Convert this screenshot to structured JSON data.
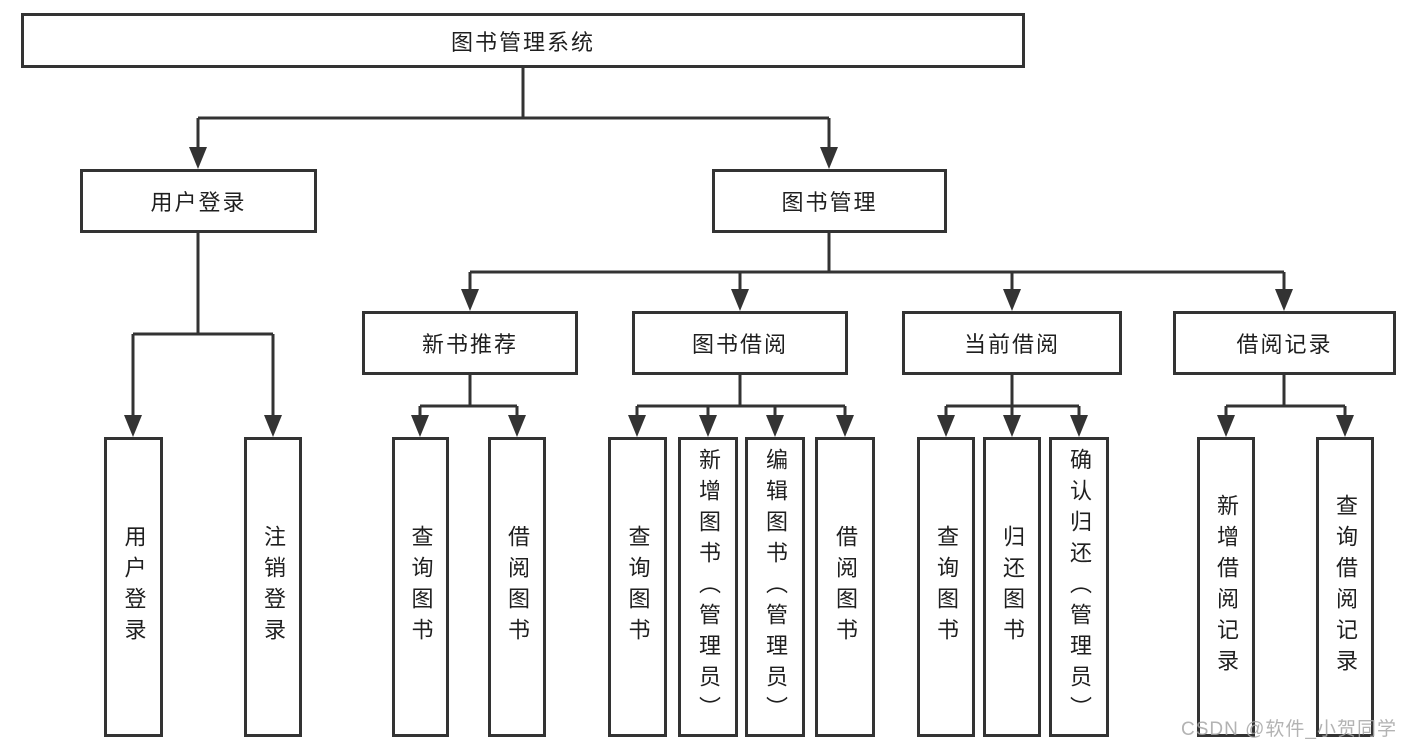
{
  "tree": {
    "root": {
      "label": "图书管理系统"
    },
    "children": [
      {
        "label": "用户登录",
        "children": [
          {
            "label": "用户登录"
          },
          {
            "label": "注销登录"
          }
        ]
      },
      {
        "label": "图书管理",
        "children": [
          {
            "label": "新书推荐",
            "children": [
              {
                "label": "查询图书"
              },
              {
                "label": "借阅图书"
              }
            ]
          },
          {
            "label": "图书借阅",
            "children": [
              {
                "label": "查询图书"
              },
              {
                "label": "新增图书（管理员）"
              },
              {
                "label": "编辑图书（管理员）"
              },
              {
                "label": "借阅图书"
              }
            ]
          },
          {
            "label": "当前借阅",
            "children": [
              {
                "label": "查询图书"
              },
              {
                "label": "归还图书"
              },
              {
                "label": "确认归还（管理员）"
              }
            ]
          },
          {
            "label": "借阅记录",
            "children": [
              {
                "label": "新增借阅记录"
              },
              {
                "label": "查询借阅记录"
              }
            ]
          }
        ]
      }
    ]
  },
  "watermark": {
    "text": "CSDN @软件_小贺同学"
  },
  "colors": {
    "stroke": "#333333",
    "text": "#1f1f1f",
    "background": "#ffffff",
    "watermark": "#a6a6a6"
  }
}
